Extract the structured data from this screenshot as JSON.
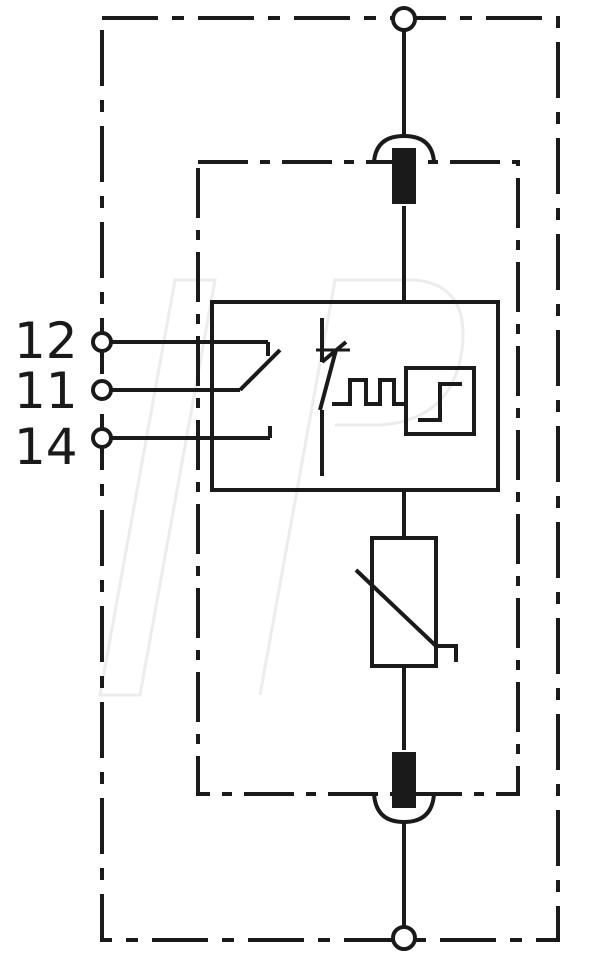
{
  "terminals": {
    "t12": "12",
    "t11": "11",
    "t14": "14"
  },
  "colors": {
    "stroke": "#1a1a1a",
    "background": "#ffffff",
    "watermark": "#ececec"
  }
}
